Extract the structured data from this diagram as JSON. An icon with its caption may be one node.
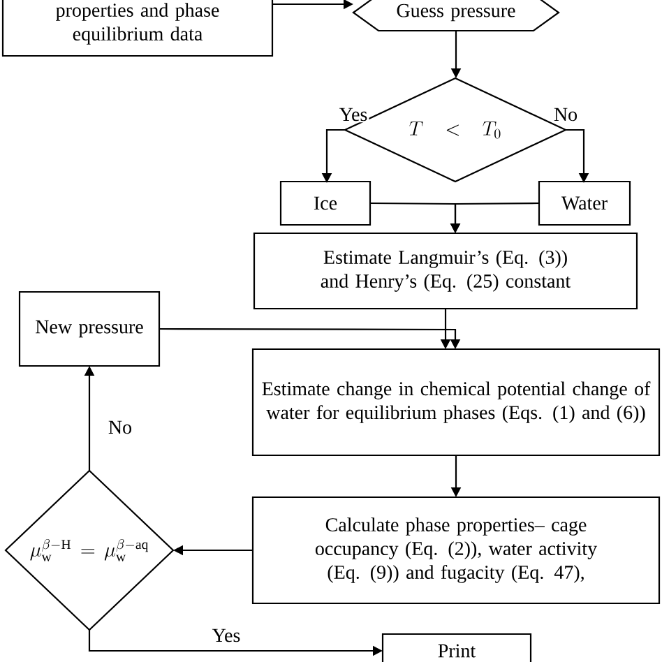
{
  "diagram": {
    "nodes": [
      {
        "text": [
          "properties and phase equilibrium data"
        ]
      },
      {
        "text": [
          "Guess pressure"
        ]
      },
      {
        "text": [
          "T \\;<\\; T_0"
        ]
      },
      {
        "text": [
          "Ice"
        ]
      },
      {
        "text": [
          "Water"
        ]
      },
      {
        "text": [
          "Estimate Langmuir’s (Eq. (3)) and Henry’s (Eq. (25) constant"
        ]
      },
      {
        "text": [
          "New pressure"
        ]
      },
      {
        "text": [
          "Estimate change in chemical potential change of water for equilibrium phases (Eqs. (1) and (6))"
        ]
      },
      {
        "text": [
          "Calculate phase properties– cage occupancy (Eq. (2)), water activity (Eq. (9)) and fugacity (Eq. 47),"
        ]
      },
      {
        "text": [
          "\\mu_{\\mathrm{w}}^{\\beta-\\mathrm{H}} = \\mu_{\\mathrm{w}}^{\\beta-\\mathrm{aq}}"
        ]
      },
      {
        "text": [
          "Print"
        ]
      }
    ],
    "edges": [
      {
        "from": 0,
        "to": 1,
        "arrow": "to"
      },
      {
        "from": 1,
        "to": 2,
        "arrow": "to"
      },
      {
        "from": 2,
        "to": 3,
        "arrow": "to",
        "label": "Yes"
      },
      {
        "from": 2,
        "to": 4,
        "arrow": "to",
        "label": "No"
      },
      {
        "from": 3,
        "to": 5,
        "arrow": "to"
      },
      {
        "from": 4,
        "to": 5,
        "arrow": "to"
      },
      {
        "from": 5,
        "to": 7,
        "arrow": "to"
      },
      {
        "from": 6,
        "to": 7,
        "arrow": "to"
      },
      {
        "from": 7,
        "to": 8,
        "arrow": "to"
      },
      {
        "from": 8,
        "to": 9,
        "arrow": "to"
      },
      {
        "from": 9,
        "to": 6,
        "arrow": "to",
        "label": "No"
      },
      {
        "from": 9,
        "to": 10,
        "arrow": "to",
        "label": "Yes"
      }
    ]
  }
}
